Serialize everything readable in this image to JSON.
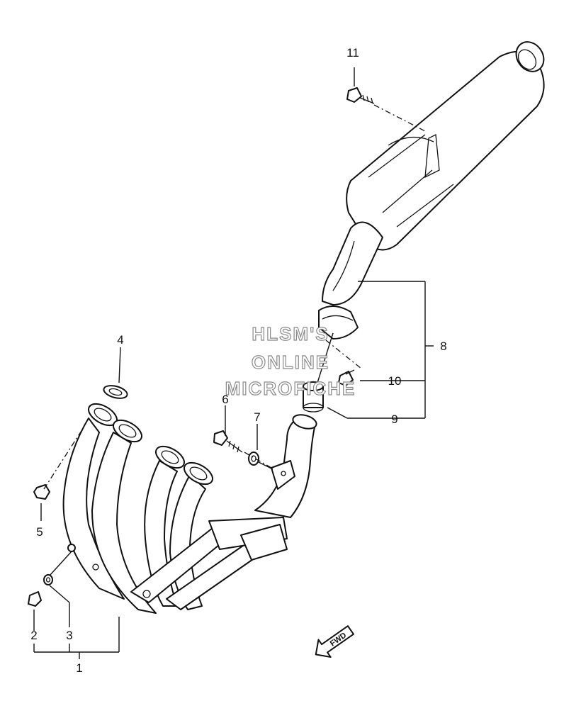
{
  "callouts": [
    "1",
    "2",
    "3",
    "4",
    "5",
    "6",
    "7",
    "8",
    "9",
    "10",
    "11"
  ],
  "watermark": {
    "line1": "HLSM'S",
    "line2": "ONLINE",
    "line3": "MICROFICHE"
  },
  "fwd_label": "FWD"
}
